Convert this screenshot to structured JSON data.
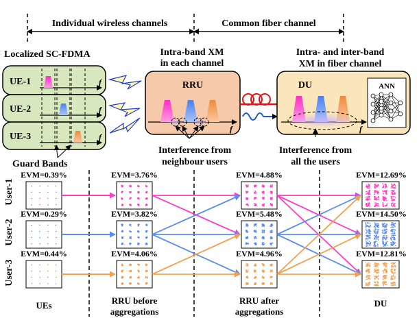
{
  "colors": {
    "magenta": "#ff3cc8",
    "blue": "#5a8cf0",
    "orange": "#f0a050",
    "ue_box": "#d7e8bf",
    "rru_box": "#f5c9a9",
    "du_box": "#fbe6bb",
    "fiber": "#e01515",
    "wave": "#1e5ccc"
  },
  "header": {
    "wireless": "Individual wireless channels",
    "fiber": "Common fiber channel"
  },
  "titles": {
    "localized": "Localized SC-FDMA",
    "intra_band_1": "Intra-band XM",
    "intra_band_2": "in each channel",
    "inter_band_1": "Intra- and inter-band",
    "inter_band_2": "XM in fiber channel"
  },
  "ue_boxes": [
    {
      "label": "UE-1",
      "axis": "f"
    },
    {
      "label": "UE-2",
      "axis": "f"
    },
    {
      "label": "UE-3",
      "axis": "f"
    }
  ],
  "rru": {
    "label": "RRU",
    "axis": "f"
  },
  "du": {
    "label": "DU",
    "axis": "f",
    "ann": "ANN"
  },
  "annotations": {
    "guard_bands": "Guard Bands",
    "interf_neigh_1": "Interference from",
    "interf_neigh_2": "neighbour users",
    "interf_all_1": "Interference from",
    "interf_all_2": "all the users"
  },
  "users": [
    "User-1",
    "User-2",
    "User-3"
  ],
  "evm": {
    "ue": [
      "EVM=0.39%",
      "EVM=0.29%",
      "EVM=0.44%"
    ],
    "rru_before": [
      "EVM=3.76%",
      "EVM=3.82%",
      "EVM=4.06%"
    ],
    "rru_after": [
      "EVM=4.88%",
      "EVM=5.48%",
      "EVM=4.96%"
    ],
    "du": [
      "EVM=12.69%",
      "EVM=14.50%",
      "EVM=12.81%"
    ]
  },
  "columns": {
    "ue": "UEs",
    "rru_before_1": "RRU before",
    "rru_before_2": "aggregations",
    "rru_after_1": "RRU after",
    "rru_after_2": "aggregations",
    "du": "DU"
  }
}
